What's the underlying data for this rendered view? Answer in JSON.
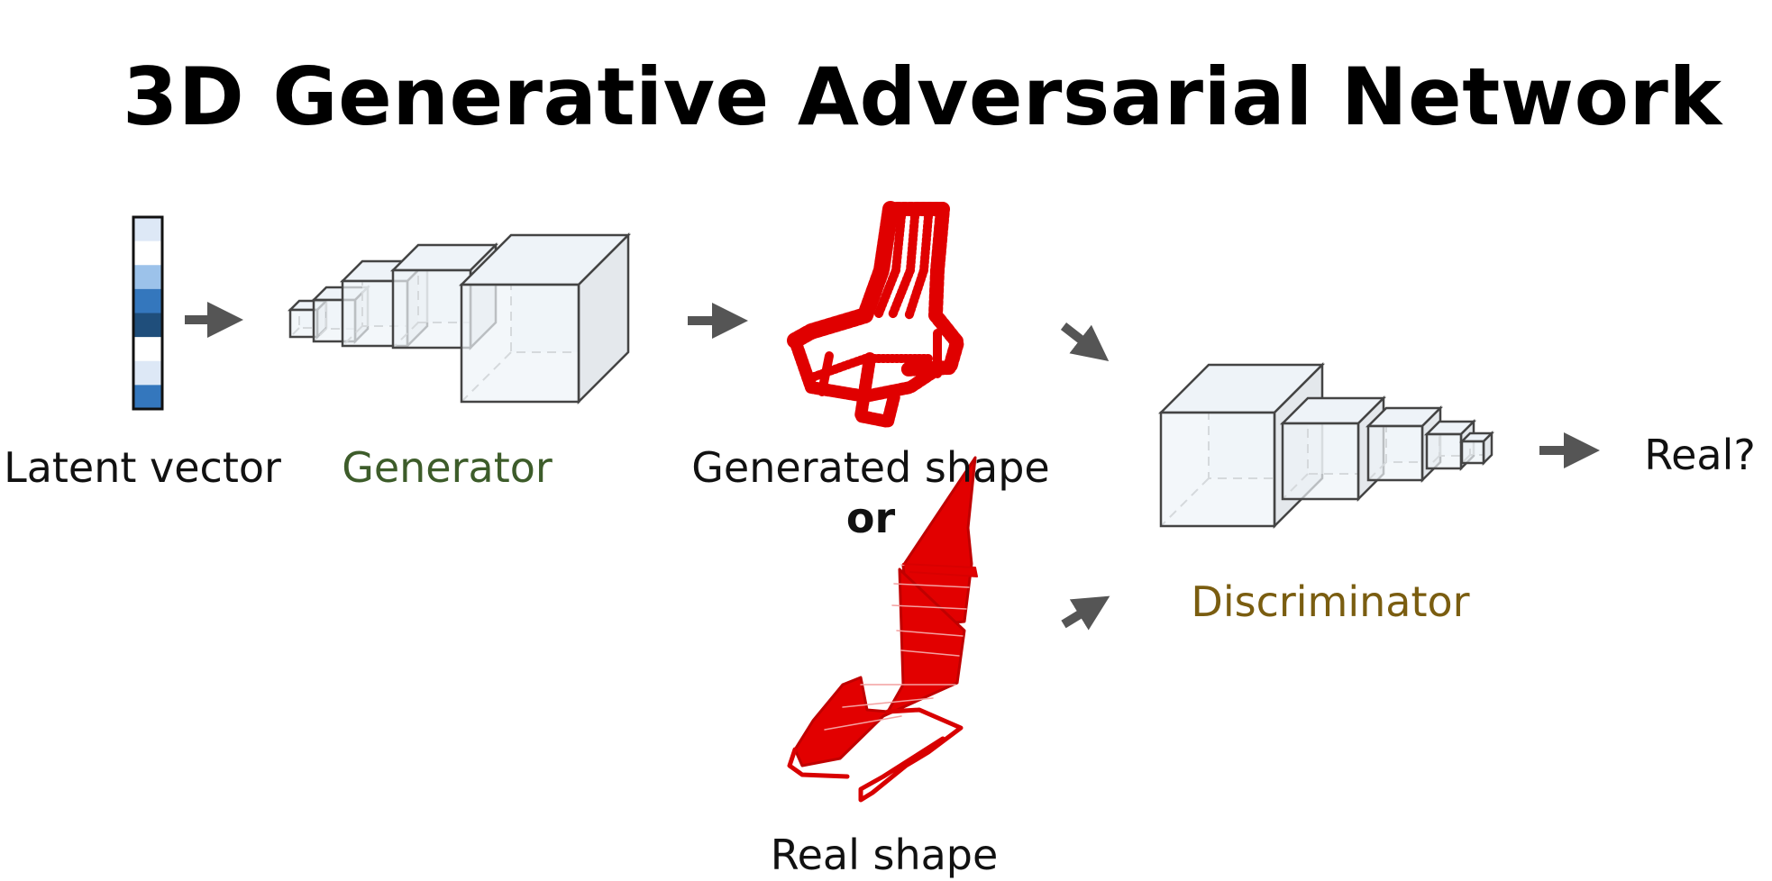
{
  "title": "3D Generative Adversarial Network",
  "labels": {
    "latent_vector": "Latent vector",
    "generator": "Generator",
    "generated_shape": "Generated shape",
    "or": "or",
    "real_shape": "Real shape",
    "discriminator": "Discriminator",
    "real_question": "Real?"
  },
  "colors": {
    "generator_label": "#3d5c2a",
    "discriminator_label": "#7a5d10",
    "arrow": "#555555",
    "cube_fill": "#eef3f8",
    "cube_stroke": "#444444",
    "shape_red": "#e00000"
  },
  "latent_vector_cells": [
    "#dde8f6",
    "#ffffff",
    "#9cc2ea",
    "#3477bd",
    "#1f4e7b",
    "#ffffff",
    "#dde8f6",
    "#3477bd"
  ],
  "icons": [
    "arrow-icon",
    "cube-icon",
    "chair-icon"
  ]
}
